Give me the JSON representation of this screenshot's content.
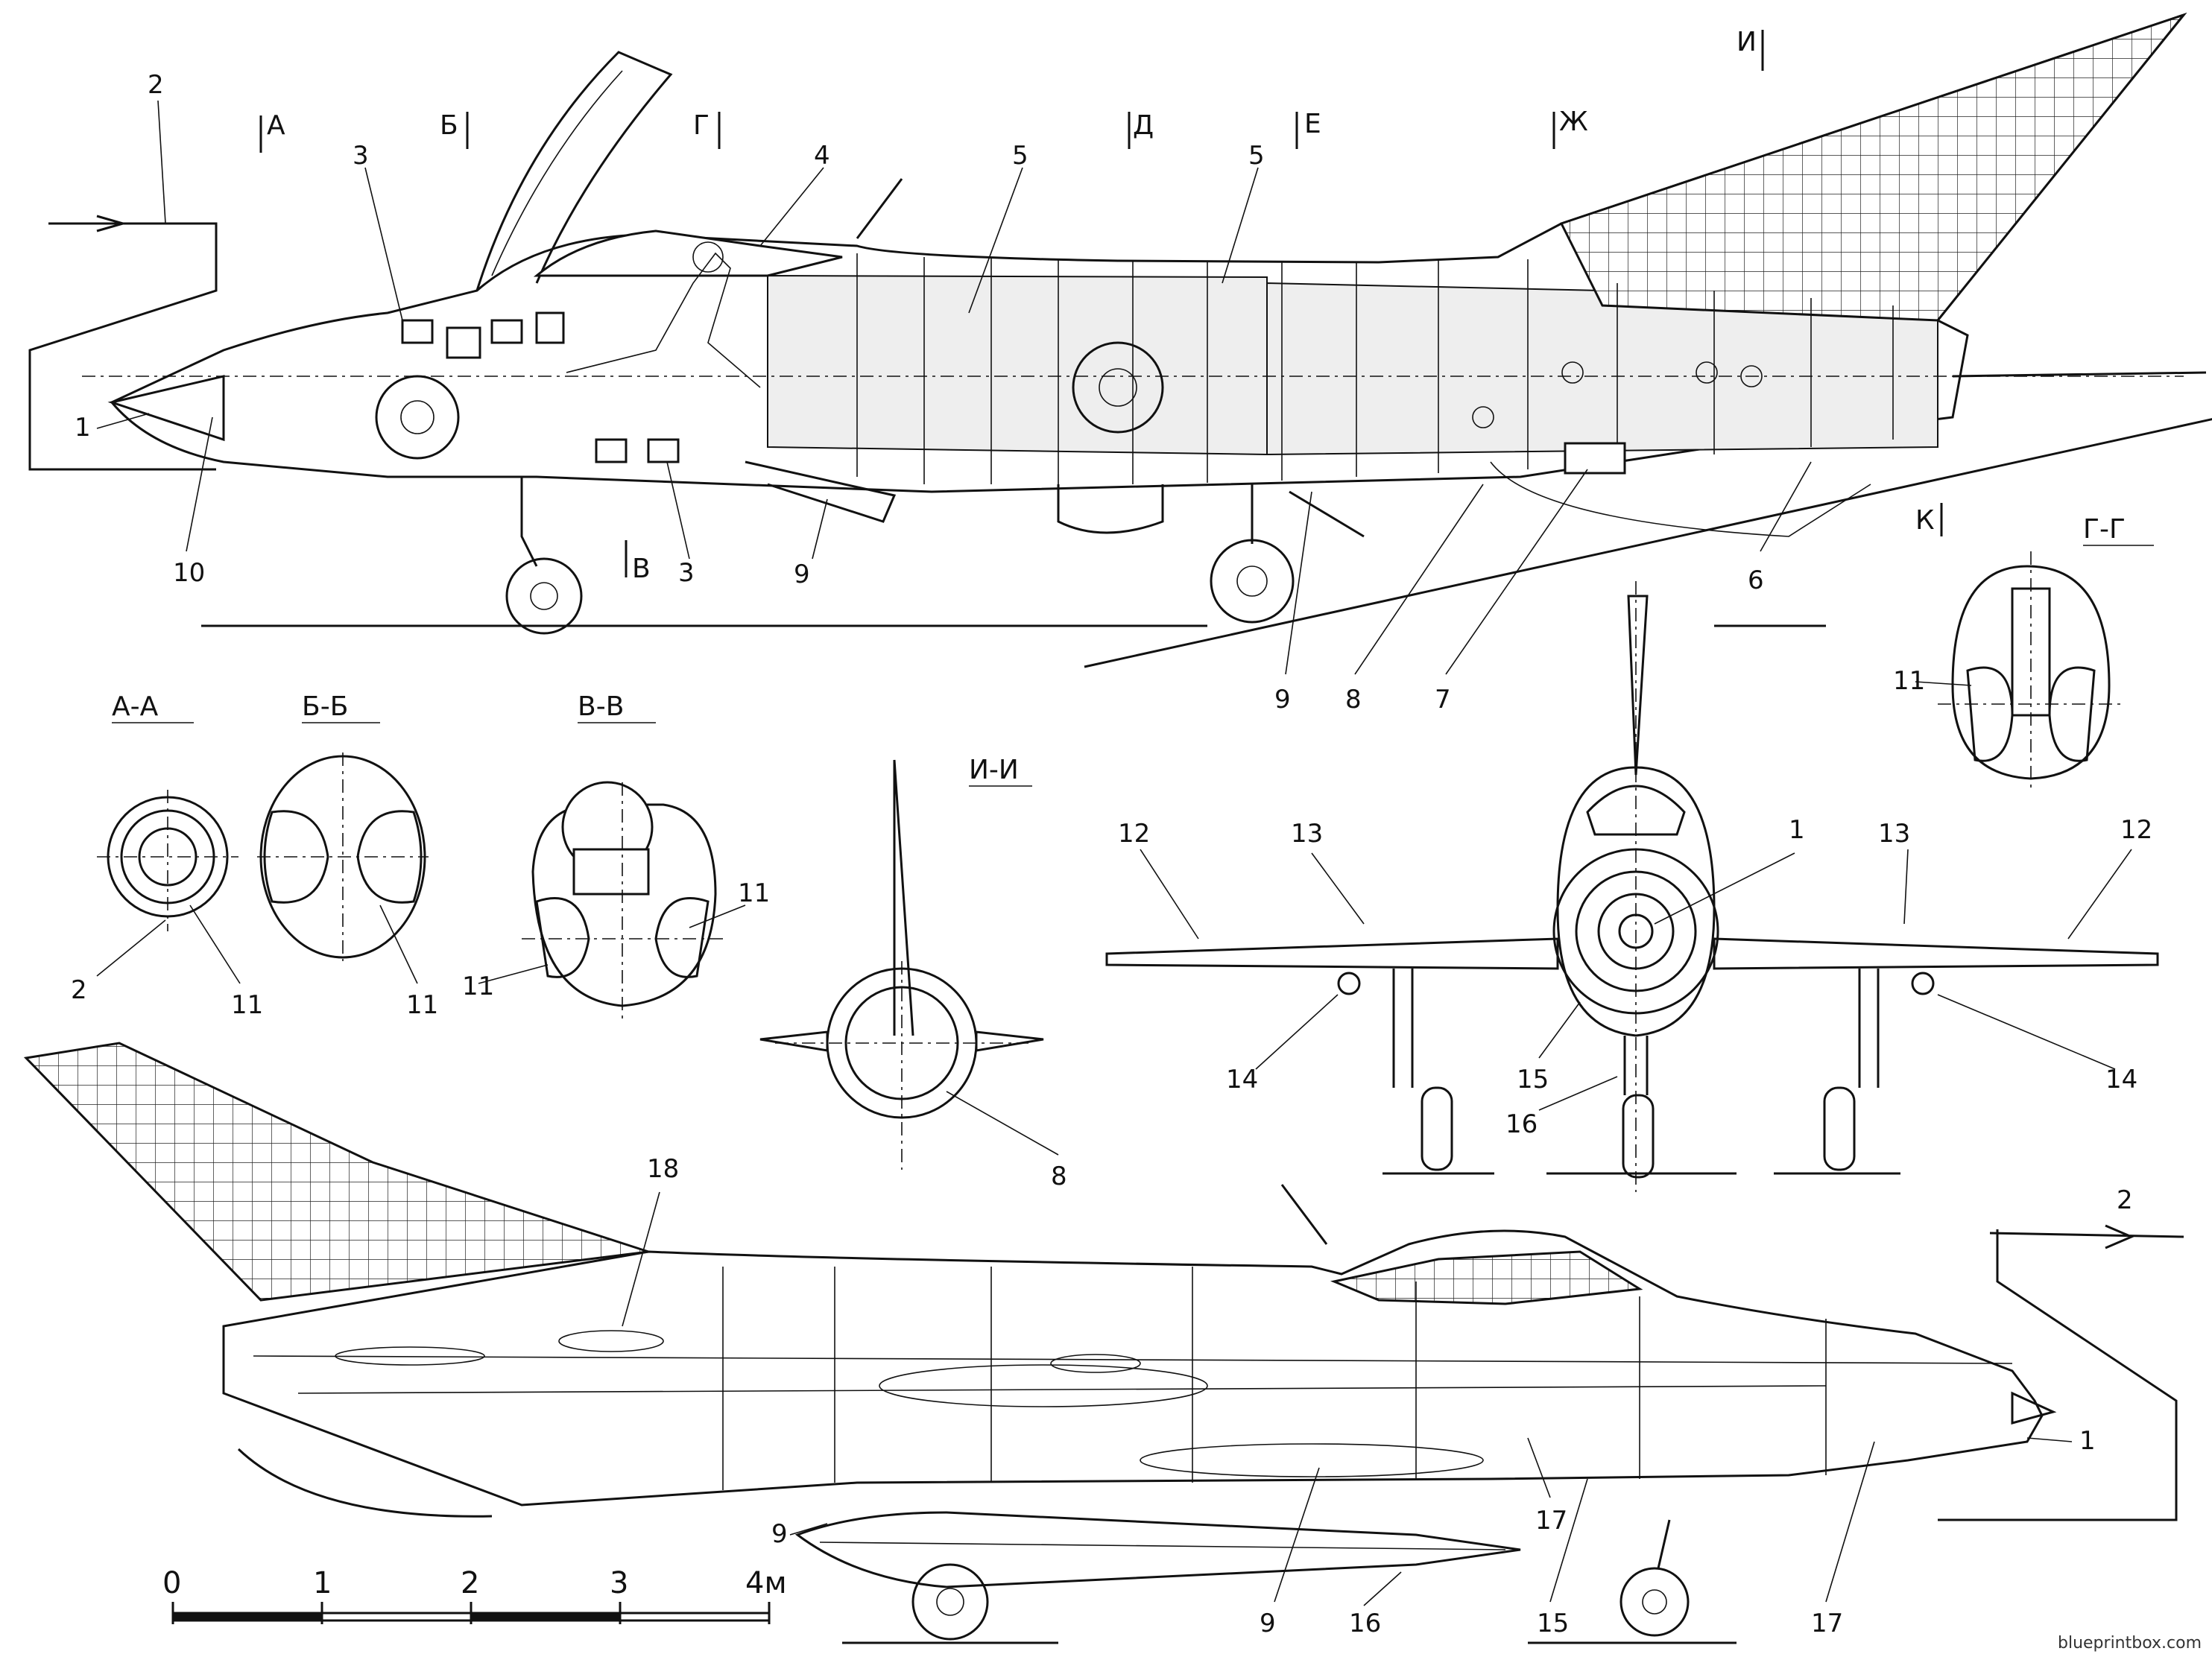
{
  "section_marks": [
    "А",
    "Б",
    "Г",
    "Д",
    "Е",
    "Ж",
    "И",
    "В",
    "К"
  ],
  "section_titles": [
    "А-А",
    "Б-Б",
    "В-В",
    "И-И",
    "Г-Г"
  ],
  "top_view_callouts": [
    "2",
    "3",
    "4",
    "5",
    "5",
    "1",
    "10",
    "3",
    "9",
    "9",
    "8",
    "7",
    "6"
  ],
  "front_view_callouts": [
    "12",
    "13",
    "1",
    "13",
    "12",
    "14",
    "15",
    "14",
    "16"
  ],
  "section_callouts": [
    "2",
    "11",
    "11",
    "11",
    "11",
    "8",
    "11"
  ],
  "bottom_view_callouts": [
    "18",
    "9",
    "9",
    "16",
    "15",
    "17",
    "17",
    "1",
    "2"
  ],
  "scale_bar": {
    "ticks": [
      "0",
      "1",
      "2",
      "3",
      "4м"
    ]
  },
  "watermark": "blueprintbox.com"
}
